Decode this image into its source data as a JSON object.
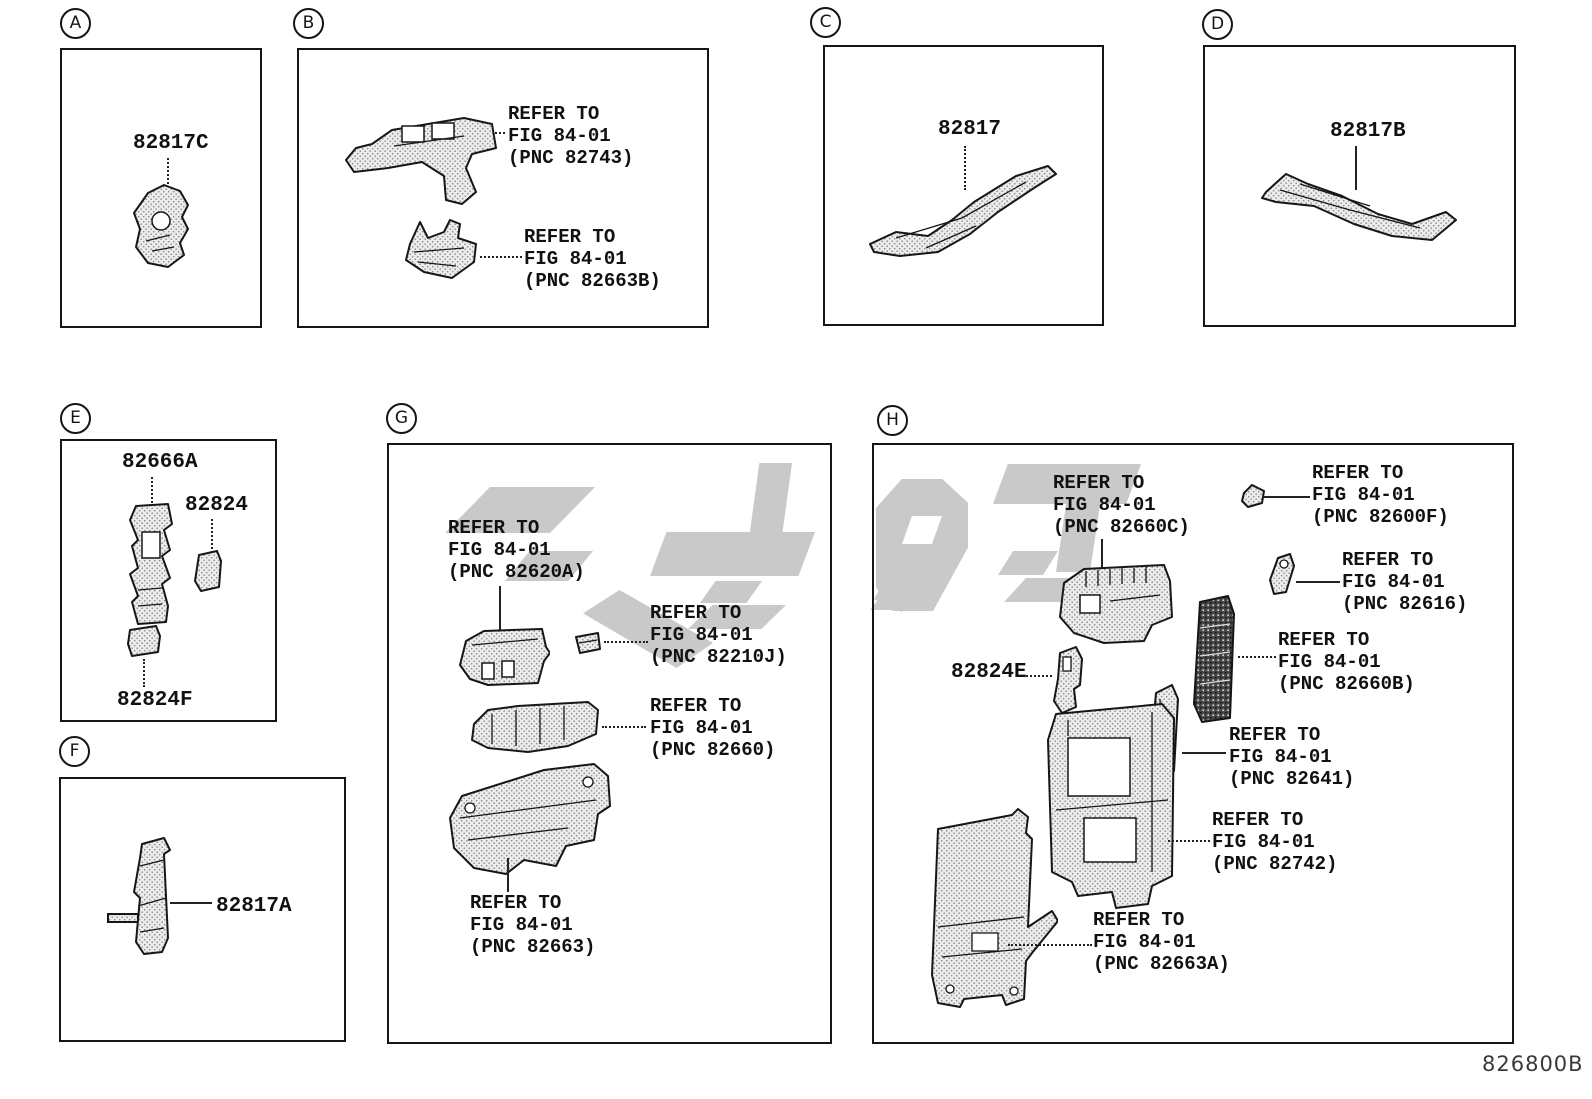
{
  "watermark_color": "#c9c9c9",
  "footer": {
    "doc_number": "826800B"
  },
  "panels": {
    "a": {
      "badge": "A",
      "parts": {
        "p82817c": "82817C"
      }
    },
    "b": {
      "badge": "B",
      "refs": {
        "r82743": {
          "line1": "REFER TO",
          "line2": "FIG 84-01",
          "line3": "(PNC 82743)"
        },
        "r82663b": {
          "line1": "REFER TO",
          "line2": "FIG 84-01",
          "line3": "(PNC 82663B)"
        }
      }
    },
    "c": {
      "badge": "C",
      "parts": {
        "p82817": "82817"
      }
    },
    "d": {
      "badge": "D",
      "parts": {
        "p82817b": "82817B"
      }
    },
    "e": {
      "badge": "E",
      "parts": {
        "p82666a": "82666A",
        "p82824": "82824",
        "p82824f": "82824F"
      }
    },
    "f": {
      "badge": "F",
      "parts": {
        "p82817a": "82817A"
      }
    },
    "g": {
      "badge": "G",
      "refs": {
        "r82620a": {
          "line1": "REFER TO",
          "line2": "FIG 84-01",
          "line3": "(PNC 82620A)"
        },
        "r82210j": {
          "line1": "REFER TO",
          "line2": "FIG 84-01",
          "line3": "(PNC 82210J)"
        },
        "r82660": {
          "line1": "REFER TO",
          "line2": "FIG 84-01",
          "line3": "(PNC 82660)"
        },
        "r82663": {
          "line1": "REFER TO",
          "line2": "FIG 84-01",
          "line3": "(PNC 82663)"
        }
      }
    },
    "h": {
      "badge": "H",
      "parts": {
        "p82824e": "82824E"
      },
      "refs": {
        "r82660c": {
          "line1": "REFER TO",
          "line2": "FIG 84-01",
          "line3": "(PNC 82660C)"
        },
        "r82600f": {
          "line1": "REFER TO",
          "line2": "FIG 84-01",
          "line3": "(PNC 82600F)"
        },
        "r82616": {
          "line1": "REFER TO",
          "line2": "FIG 84-01",
          "line3": "(PNC 82616)"
        },
        "r82660b": {
          "line1": "REFER TO",
          "line2": "FIG 84-01",
          "line3": "(PNC 82660B)"
        },
        "r82641": {
          "line1": "REFER TO",
          "line2": "FIG 84-01",
          "line3": "(PNC 82641)"
        },
        "r82742": {
          "line1": "REFER TO",
          "line2": "FIG 84-01",
          "line3": "(PNC 82742)"
        },
        "r82663a": {
          "line1": "REFER TO",
          "line2": "FIG 84-01",
          "line3": "(PNC 82663A)"
        }
      }
    }
  }
}
